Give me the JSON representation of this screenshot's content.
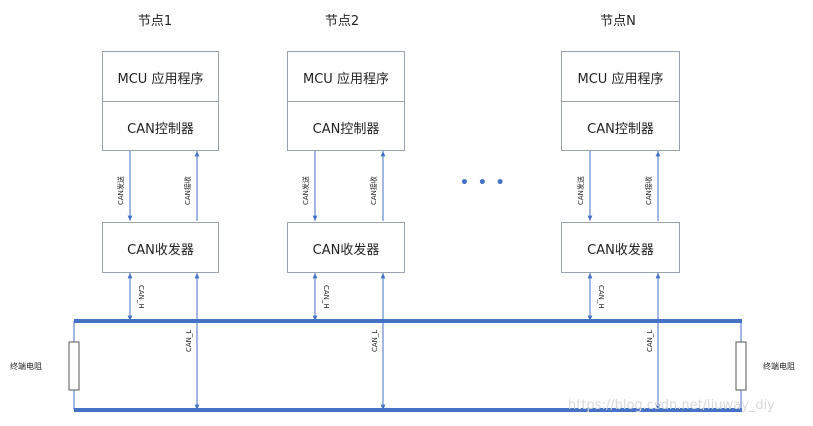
{
  "colors": {
    "line": "#4472c4",
    "box_border": "#9aa3ad",
    "text": "#222222",
    "watermark": "#d9d9d9"
  },
  "nodes": [
    {
      "title": "节点1",
      "mcu": "MCU 应用程序",
      "controller": "CAN控制器",
      "transceiver": "CAN收发器",
      "tx": "CAN发送",
      "rx": "CAN接收",
      "can_h": "CAN_H",
      "can_l": "CAN_L"
    },
    {
      "title": "节点2",
      "mcu": "MCU 应用程序",
      "controller": "CAN控制器",
      "transceiver": "CAN收发器",
      "tx": "CAN发送",
      "rx": "CAN接收",
      "can_h": "CAN_H",
      "can_l": "CAN_L"
    },
    {
      "title": "节点N",
      "mcu": "MCU 应用程序",
      "controller": "CAN控制器",
      "transceiver": "CAN收发器",
      "tx": "CAN发送",
      "rx": "CAN接收",
      "can_h": "CAN_H",
      "can_l": "CAN_L"
    }
  ],
  "ellipsis": "• • •",
  "terminator_left": "终端电阻",
  "terminator_right": "终端电阻",
  "watermark": "https://blog.csdn.net/liuway_diy"
}
